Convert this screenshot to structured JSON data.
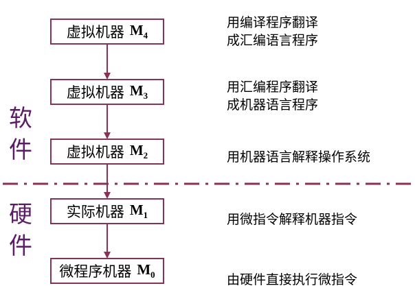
{
  "side_labels": {
    "software": [
      "软",
      "件"
    ],
    "hardware": [
      "硬",
      "件"
    ]
  },
  "levels": [
    {
      "name": "虚拟机器",
      "symbol": "M",
      "sub": "4",
      "desc": [
        "用编译程序翻译",
        "成汇编语言程序"
      ]
    },
    {
      "name": "虚拟机器",
      "symbol": "M",
      "sub": "3",
      "desc": [
        "用汇编程序翻译",
        "成机器语言程序"
      ]
    },
    {
      "name": "虚拟机器",
      "symbol": "M",
      "sub": "2",
      "desc": [
        "用机器语言解释操作系统"
      ]
    },
    {
      "name": "实际机器",
      "symbol": "M",
      "sub": "1",
      "desc": [
        "用微指令解释机器指令"
      ]
    },
    {
      "name": "微程序机器",
      "symbol": "M",
      "sub": "0",
      "desc": [
        "由硬件直接执行微指令"
      ]
    }
  ],
  "colors": {
    "box_border": "#8b2f54",
    "arrow": "#8b2f54",
    "divider": "#8b2f54",
    "side_text": "#5c1b66"
  }
}
